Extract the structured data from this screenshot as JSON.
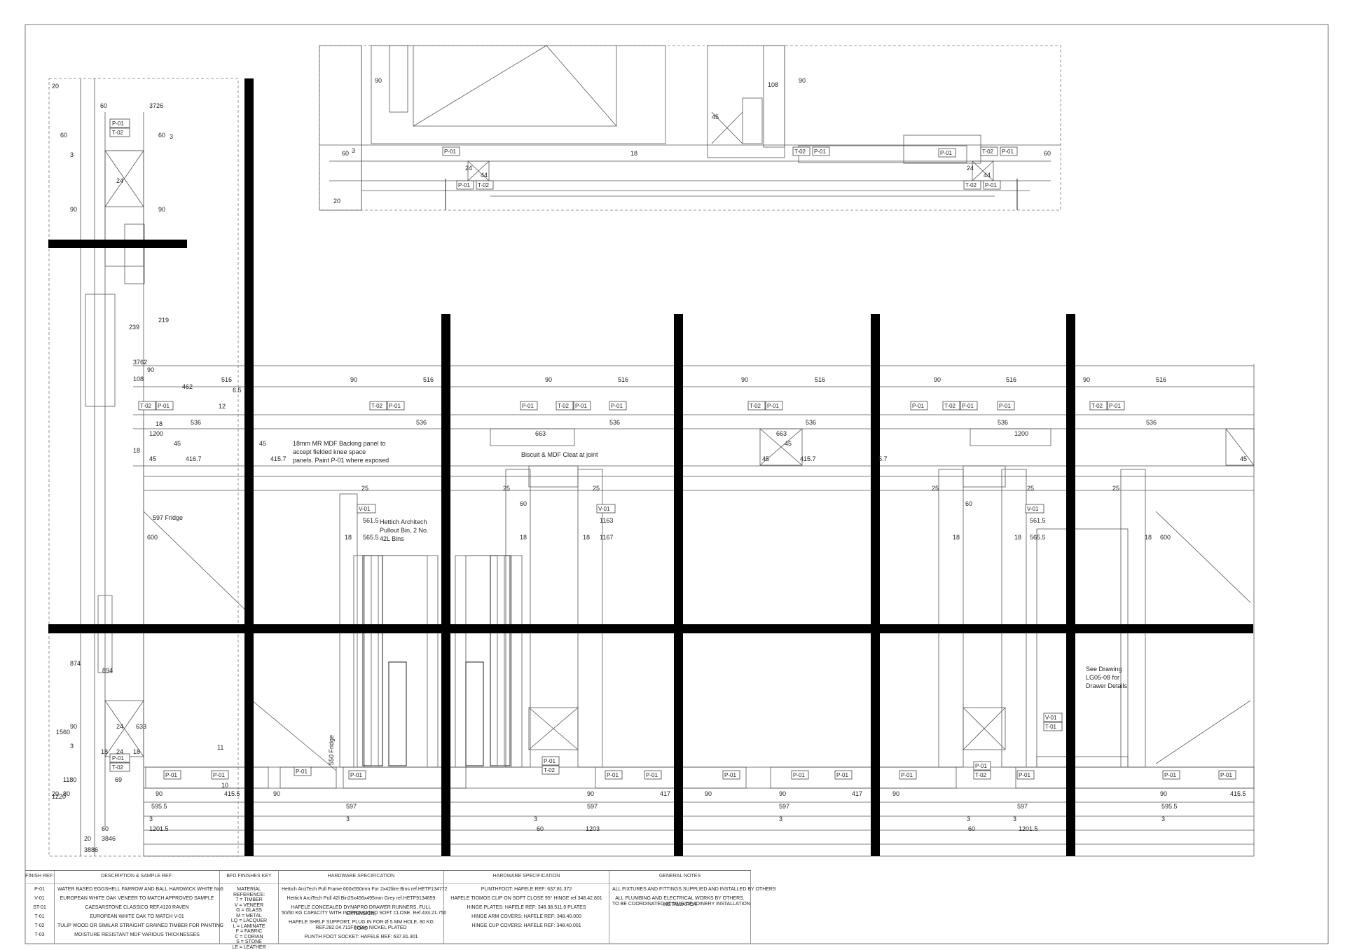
{
  "finish_codes": [
    "P-01",
    "V-01",
    "ST-01",
    "T-01",
    "T-02",
    "T-03"
  ],
  "finish_descriptions": [
    "WATER BASED EGGSHELL FARROW AND BALL HARDWICK WHITE No5",
    "EUROPEAN WHITE OAK VENEER TO MATCH APPROVED SAMPLE",
    "CAESARSTONE CLASSICO REF.4120 RAVEN",
    "EUROPEAN WHITE OAK TO MATCH V-01",
    "TULIP WOOD OR SIMILAR STRAIGHT GRAINED TIMBER FOR PAINTING",
    "MOISTURE RESISTANT MDF VARIOUS THICKNESSES"
  ],
  "headers": {
    "finish_ref": "FINISH REF:",
    "description": "DESCRIPTION & SAMPLE REF:",
    "bfd_key": "BFD FINISHES KEY",
    "hardware1": "HARDWARE SPECIFICATION",
    "hardware2": "HARDWARE SPECIFICATION",
    "general": "GENERAL NOTES"
  },
  "material_reference": [
    "MATERIAL REFERENCE:",
    "T = TIMBER",
    "V = VENEER",
    "G = GLASS",
    "M = METAL",
    "LQ = LACQUER",
    "L = LAMINATE",
    "F = FABRIC",
    "C = CORIAN",
    "S = STONE",
    "LE = LEATHER"
  ],
  "hardware_1": [
    "Hettich ArciTech Pull Frame 600x550mm For 2x42litre Bins ref.HETF134772",
    "Hettich ArciTech Pull 42l Bin25x456x495mm Grey ref.HETF9134859",
    "HAFELE CONCEALED DYNAPRO DRAWER RUNNERS, FULL EXTENSION,",
    "50/60 KG CAPACITY WITH INTERGRATED SOFT CLOSE. Ref.433.21.750",
    "HAFELE SHELF SUPPORT, PLUG IN FOR Ø 5 MM HOLE, 80 KG LOAD",
    "REF.282.04.711FINISH: NICKEL PLATED",
    "PLINTH FOOT SOCKET: HAFELE REF: 637.81.301"
  ],
  "hardware_2": [
    "PLINTHFOOT: HAFELE REF: 637.81.372",
    "HAFELE TIOMOS CLIP ON SOFT CLOSE 95° HINGE ref.348.42.801",
    "HINGE PLATES: HAFELE REF: 348.38.511.0 PLATES",
    "HINGE ARM COVERS: HAFELE REF: 348.40.000",
    "HINGE CUP COVERS: HAFELE REF: 348.40.001"
  ],
  "general_notes": [
    "ALL FIXTURES AND FITTINGS SUPPLIED AND INSTALLED BY OTHERS",
    "ALL PLUMBING AND ELECTRICAL WORKS BY OTHERS. INSTALLATION",
    "TO BE COORDINATED AT TIME OF JOINERY INSTALLATION"
  ],
  "annotations": {
    "backing_panel": [
      "18mm MR MDF Backing panel to",
      "accept fielded knee space",
      "panels. Paint P-01 where exposed"
    ],
    "biscuit": "Biscuit & MDF Cleat at joint",
    "hettich": [
      "Hettich Architech",
      "Pullout Bin, 2 No.",
      "42L Bins"
    ],
    "fridge_597": "597 Fridge",
    "fridge_550": "550 Fridge",
    "see_drawing": [
      "See Drawing",
      "LG05-08 for",
      "Drawer Details"
    ]
  },
  "tags": {
    "p01": "P-01",
    "t02": "T-02",
    "v01": "V-01",
    "t01": "T-01"
  },
  "dims": {
    "d3726": "3726",
    "d3762": "3762",
    "d3846": "3846",
    "d3886": "3886",
    "d1560": "1560",
    "d1220": "1220",
    "d1180": "1180",
    "d894": "894",
    "d874": "874",
    "d633": "633",
    "d239": "239",
    "d219": "219",
    "d108": "108",
    "d90": "90",
    "d60": "60",
    "d20": "20",
    "d3": "3",
    "d24": "24",
    "d44": "44",
    "d18": "18",
    "d25": "25",
    "d45": "45",
    "d12": "12",
    "d65": "6.5",
    "d462": "462",
    "d516": "516",
    "d536": "536",
    "d663": "663",
    "d1200": "1200",
    "d4167": "416.7",
    "d4157": "415.7",
    "d57": "5.7",
    "d600": "600",
    "d5615": "561.5",
    "d5655": "565.5",
    "d1163": "1163",
    "d1167": "1167",
    "d5955": "595.5",
    "d4155": "415.5",
    "d417": "417",
    "d597": "597",
    "d12015": "1201.5",
    "d1203": "1203",
    "d11": "11",
    "d10": "10",
    "d69": "69",
    "d80": "80"
  }
}
